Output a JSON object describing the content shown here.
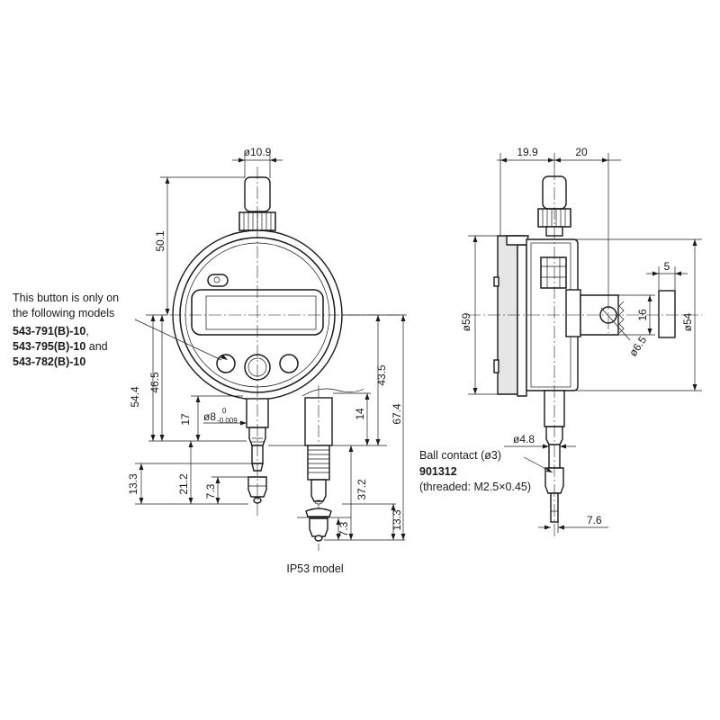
{
  "dimensions": {
    "d_10_9": "ø10.9",
    "v_50_1": "50.1",
    "v_54_4": "54.4",
    "v_46_5": "46.5",
    "v_17": "17",
    "d_8": "ø8",
    "tol_upper": "0",
    "tol_lower": "-0.009",
    "v_13_3_left": "13.3",
    "v_21_2": "21.2",
    "v_7_3_left": "7.3",
    "v_43_5": "43.5",
    "v_67_4": "67.4",
    "v_14": "14",
    "v_37_2": "37.2",
    "v_7_3_ip": "7.3",
    "v_13_3_ip": "13.3",
    "h_19_9": "19.9",
    "h_20": "20",
    "d_59": "ø59",
    "d_54": "ø54",
    "h_5": "5",
    "v_16": "16",
    "d_6_5": "ø6.5",
    "d_4_8": "ø4.8",
    "h_7_6": "7.6"
  },
  "notes": {
    "button_line1": "This button is only on",
    "button_line2": "the following models",
    "model_1": "543-791(B)-10",
    "model_1_suffix": ",",
    "model_2": "543-795(B)-10",
    "model_2_suffix": " and",
    "model_3": "543-782(B)-10",
    "ball_contact": "Ball contact (ø3)",
    "ball_part": "901312",
    "ball_thread": "(threaded: M2.5×0.45)",
    "ip53_caption": "IP53 model"
  }
}
